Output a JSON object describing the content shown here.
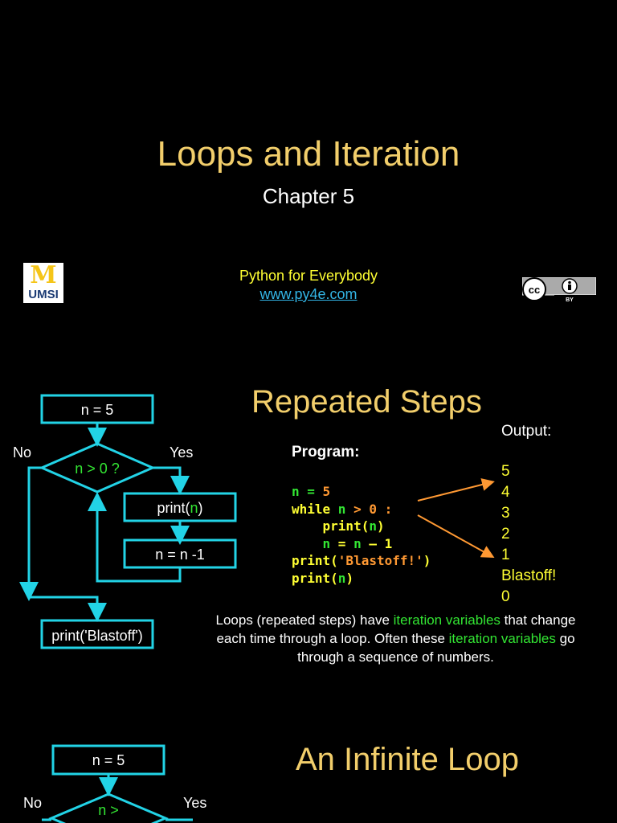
{
  "slide1": {
    "title": "Loops and Iteration",
    "subtitle": "Chapter 5",
    "course": "Python for Everybody",
    "url": "www.py4e.com",
    "logo": {
      "letter": "M",
      "text": "UMSI"
    },
    "license_badge": {
      "icon": "cc-by-icon",
      "label": "BY"
    }
  },
  "slide2": {
    "title": "Repeated Steps",
    "flowchart": {
      "init": "n = 5",
      "condition": "n > 0 ?",
      "no": "No",
      "yes": "Yes",
      "print_pre": "print(",
      "print_var": "n",
      "print_post": ")",
      "decrement": "n = n -1",
      "final": "print('Blastoff')"
    },
    "program_label": "Program:",
    "output_label": "Output:",
    "output_values": [
      "5",
      "4",
      "3",
      "2",
      "1",
      "Blastoff!",
      "0"
    ],
    "code_lines": [
      "n = 5",
      "while n > 0 :",
      "    print(n)",
      "    n = n – 1",
      "print('Blastoff!')",
      "print(n)"
    ],
    "paragraph": {
      "p1": "Loops (repeated steps) have ",
      "h1": "iteration variables",
      "p2": " that change each time through a loop.  Often these ",
      "h2": "iteration variables",
      "p3": " go through a sequence of numbers."
    }
  },
  "slide3": {
    "title": "An Infinite Loop",
    "flowchart": {
      "init": "n = 5",
      "no": "No",
      "yes": "Yes",
      "condition_partial": "n >"
    }
  },
  "colors": {
    "title": "#f2ce6b",
    "flow_cyan": "#22d3e6",
    "code_green": "#33e633",
    "code_orange": "#ff9933",
    "code_yellow": "#ffff33",
    "link": "#33b5e5"
  }
}
